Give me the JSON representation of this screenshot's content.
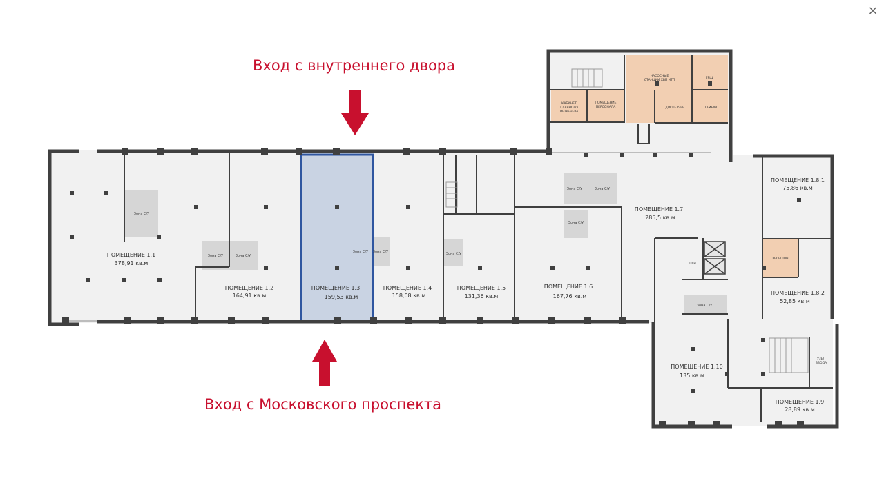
{
  "modal": {
    "close_symbol": "×"
  },
  "entrances": {
    "top_label": "Вход с внутреннего двора",
    "bottom_label": "Вход с Московского проспекта",
    "arrow_color": "#c8102e"
  },
  "colors": {
    "wall": "#404040",
    "floor": "#f1f1f1",
    "selected_fill": "#c9d3e3",
    "selected_stroke": "#2f56a0",
    "service_fill": "#f2cfb2",
    "zone_fill": "#d6d6d6"
  },
  "rooms": [
    {
      "name": "ПОМЕЩЕНИЕ 1.1",
      "area": "378,91 кв.м"
    },
    {
      "name": "ПОМЕЩЕНИЕ 1.2",
      "area": "164,91 кв.м"
    },
    {
      "name": "ПОМЕЩЕНИЕ 1.3",
      "area": "159,53 кв.м",
      "selected": true
    },
    {
      "name": "ПОМЕЩЕНИЕ 1.4",
      "area": "158,08 кв.м"
    },
    {
      "name": "ПОМЕЩЕНИЕ 1.5",
      "area": "131,36 кв.м"
    },
    {
      "name": "ПОМЕЩЕНИЕ 1.6",
      "area": "167,76 кв.м"
    },
    {
      "name": "ПОМЕЩЕНИЕ 1.7",
      "area": "285,5 кв.м"
    },
    {
      "name": "ПОМЕЩЕНИЕ 1.8.1",
      "area": "75,86 кв.м"
    },
    {
      "name": "ПОМЕЩЕНИЕ 1.8.2",
      "area": "52,85 кв.м"
    },
    {
      "name": "ПОМЕЩЕНИЕ 1.9",
      "area": "28,89 кв.м"
    },
    {
      "name": "ПОМЕЩЕНИЕ 1.10",
      "area": "135 кв.м"
    }
  ],
  "service_rooms": {
    "chief_engineer": [
      "КАБИНЕТ",
      "ГЛАВНОГО",
      "ИНЖЕНЕРА"
    ],
    "staff": [
      "ПОМЕЩЕНИЕ",
      "ПЕРСОНАЛА"
    ],
    "pump_station": [
      "НАСОСНЫЕ",
      "СТАНЦИИ ХВП ИТП"
    ],
    "grsh": "ГРЩ",
    "dispatcher": "ДИСПЕТЧЕР",
    "vestibule": "ТАМБУР",
    "reception": "РЕСЕПШН",
    "pui": "ПУИ",
    "input_node": [
      "УЗЕЛ",
      "ВВОДА"
    ]
  },
  "zone_label": "Зона С/У"
}
